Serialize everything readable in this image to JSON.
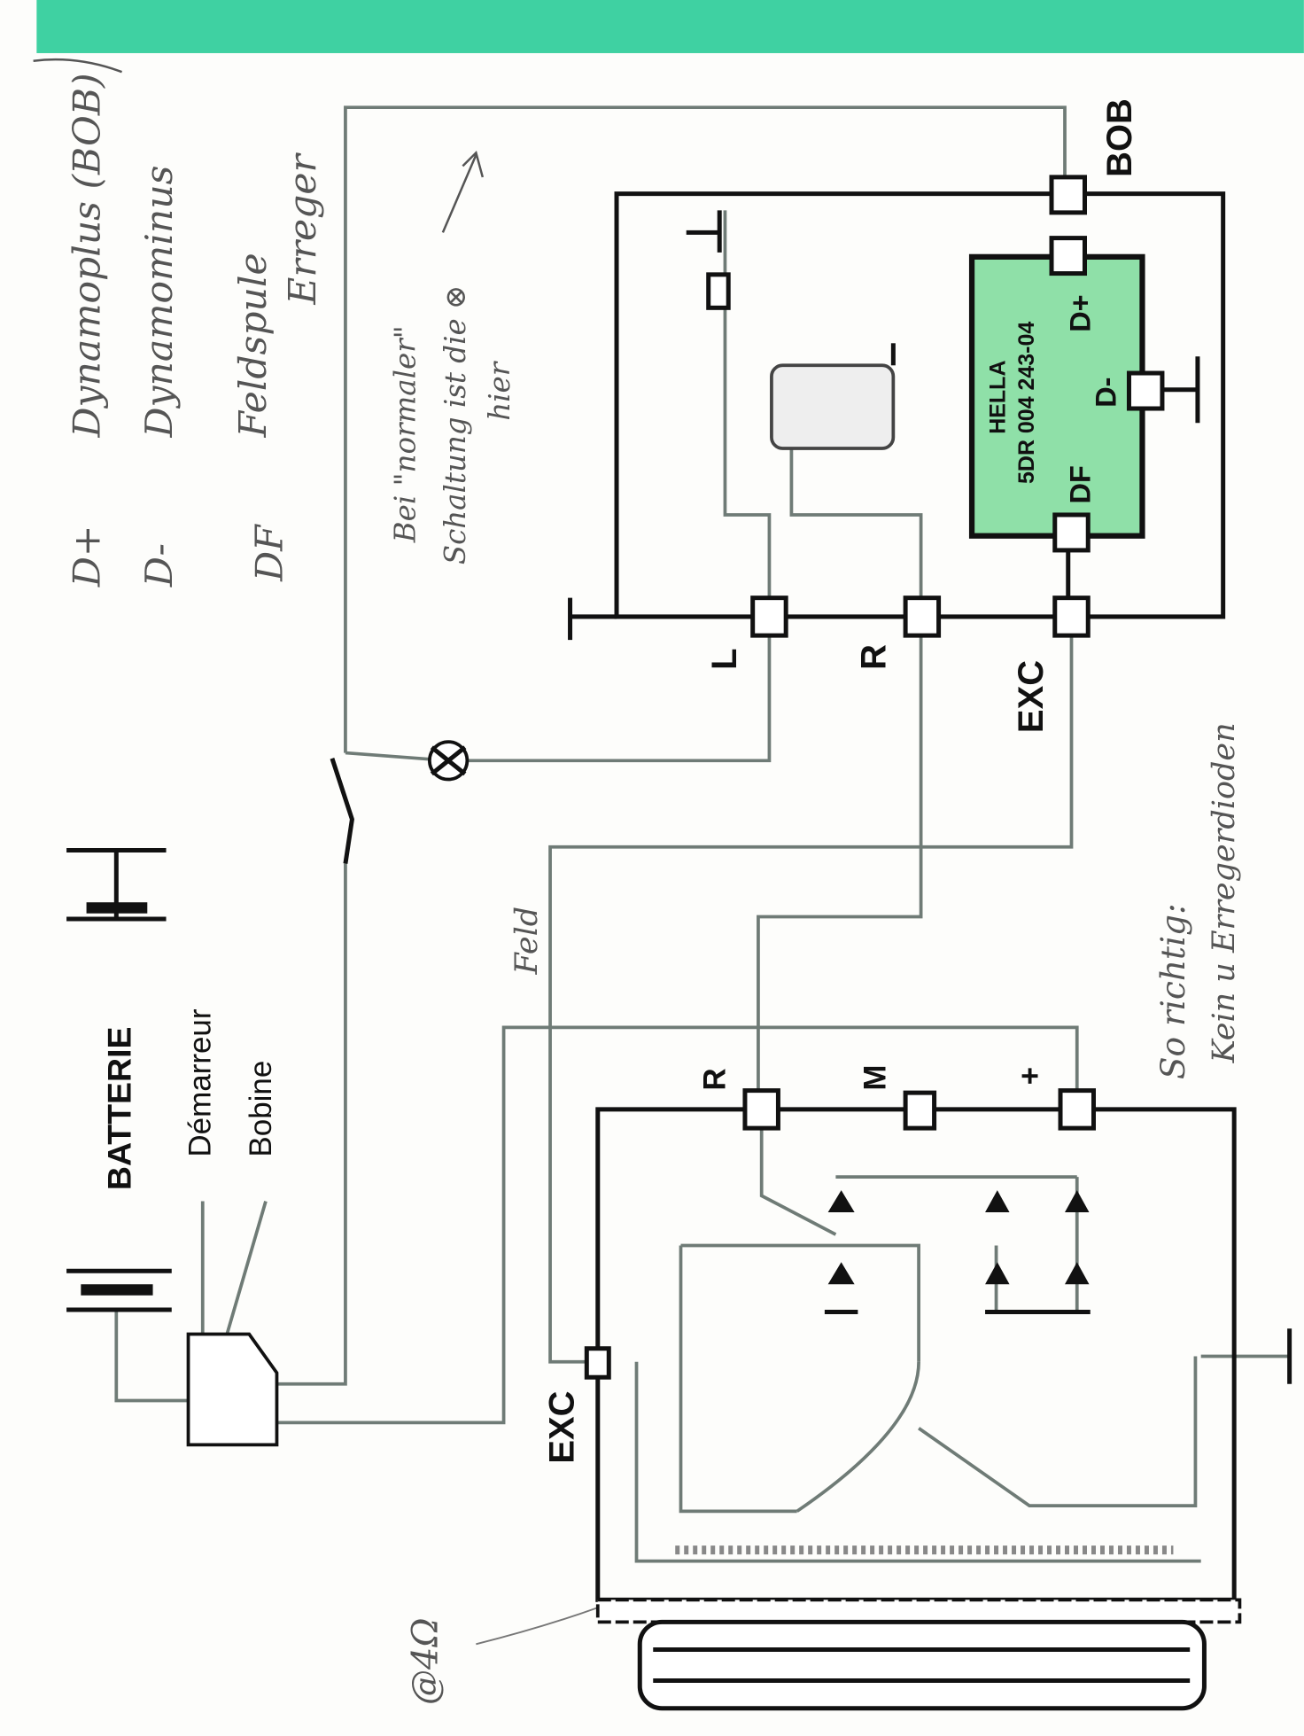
{
  "colors": {
    "band": "#3fd1a2",
    "regulator_fill": "#8fe0a8"
  },
  "handwritten": {
    "d_plus": "D+",
    "d_plus_desc": "Dynamoplus (BOB)",
    "d_minus": "D-",
    "d_minus_desc": "Dynamominus",
    "df": "DF",
    "df_desc": "Feldspule",
    "df_desc2": "Erreger",
    "note_line1": "Bei \"normaler\"",
    "note_line2": "Schaltung ist die ⊗",
    "note_line3": "hier",
    "feld": "Feld",
    "correct_line1": "So richtig:",
    "correct_line2": "Kein u Erregerdioden",
    "resistance": "@4Ω"
  },
  "regulator": {
    "brand": "HELLA",
    "part_number": "5DR 004 243-04",
    "terminals": {
      "d_plus": "D+",
      "d_minus": "D-",
      "df": "DF",
      "bob": "BOB",
      "l": "L",
      "r": "R",
      "exc": "EXC"
    }
  },
  "generator": {
    "terminals": {
      "r": "R",
      "m": "M",
      "plus": "+",
      "exc": "EXC"
    }
  },
  "legend": {
    "battery": "BATTERIE",
    "starter": "Démarreur",
    "coil": "Bobine"
  }
}
